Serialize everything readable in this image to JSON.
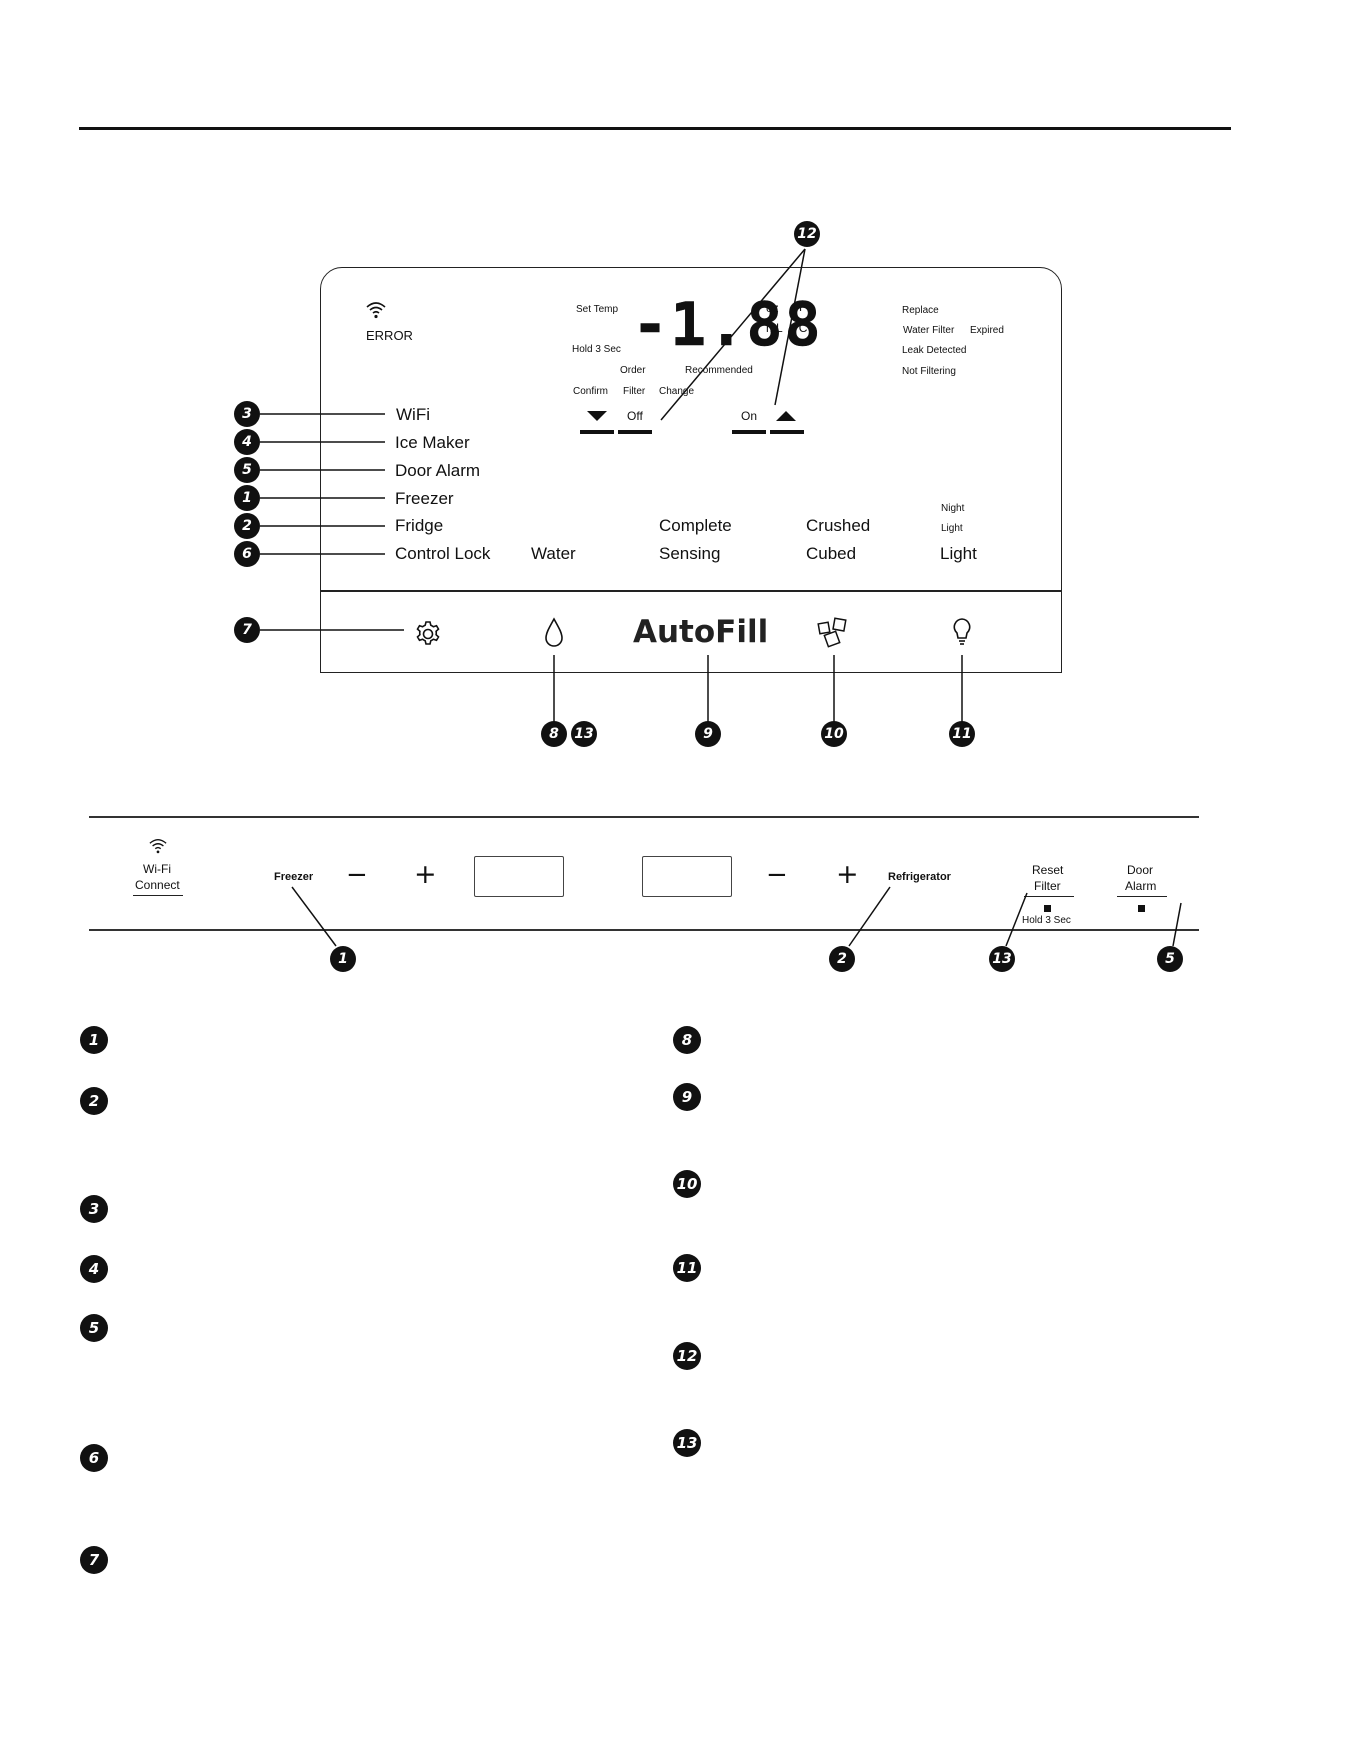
{
  "display": {
    "wifi_error": "ERROR",
    "set_temp": "Set Temp",
    "hold_3_sec": "Hold 3 Sec",
    "readout": "-1.88",
    "unit_oz": "oz",
    "unit_ml": "mL",
    "unit_f": "F",
    "unit_c": "°C",
    "order": "Order",
    "recommended": "Recommended",
    "confirm": "Confirm",
    "filter": "Filter",
    "change": "Change",
    "off": "Off",
    "on": "On",
    "replace": "Replace",
    "water_filter": "Water Filter",
    "expired": "Expired",
    "leak_detected": "Leak Detected",
    "not_filtering": "Not Filtering",
    "wifi": "WiFi",
    "ice_maker": "Ice Maker",
    "door_alarm": "Door Alarm",
    "freezer": "Freezer",
    "fridge": "Fridge",
    "control_lock": "Control Lock",
    "water": "Water",
    "complete": "Complete",
    "sensing": "Sensing",
    "crushed": "Crushed",
    "cubed": "Cubed",
    "night_light_1": "Night",
    "night_light_2": "Light",
    "light": "Light",
    "autofill": "AutoFill"
  },
  "lower_panel": {
    "wifi_connect_1": "Wi-Fi",
    "wifi_connect_2": "Connect",
    "freezer": "Freezer",
    "minus": "−",
    "plus": "+",
    "refrigerator": "Refrigerator",
    "reset_filter_1": "Reset",
    "reset_filter_2": "Filter",
    "hold_3_sec": "Hold 3 Sec",
    "door_alarm_1": "Door",
    "door_alarm_2": "Alarm"
  },
  "callouts": {
    "n1": "1",
    "n2": "2",
    "n3": "3",
    "n4": "4",
    "n5": "5",
    "n6": "6",
    "n7": "7",
    "n8": "8",
    "n9": "9",
    "n10": "10",
    "n11": "11",
    "n12": "12",
    "n13": "13"
  },
  "icons": [
    "wifi-icon",
    "gear-icon",
    "water-drop-icon",
    "ice-cubes-icon",
    "light-bulb-icon",
    "down-arrow-icon",
    "up-arrow-icon"
  ]
}
